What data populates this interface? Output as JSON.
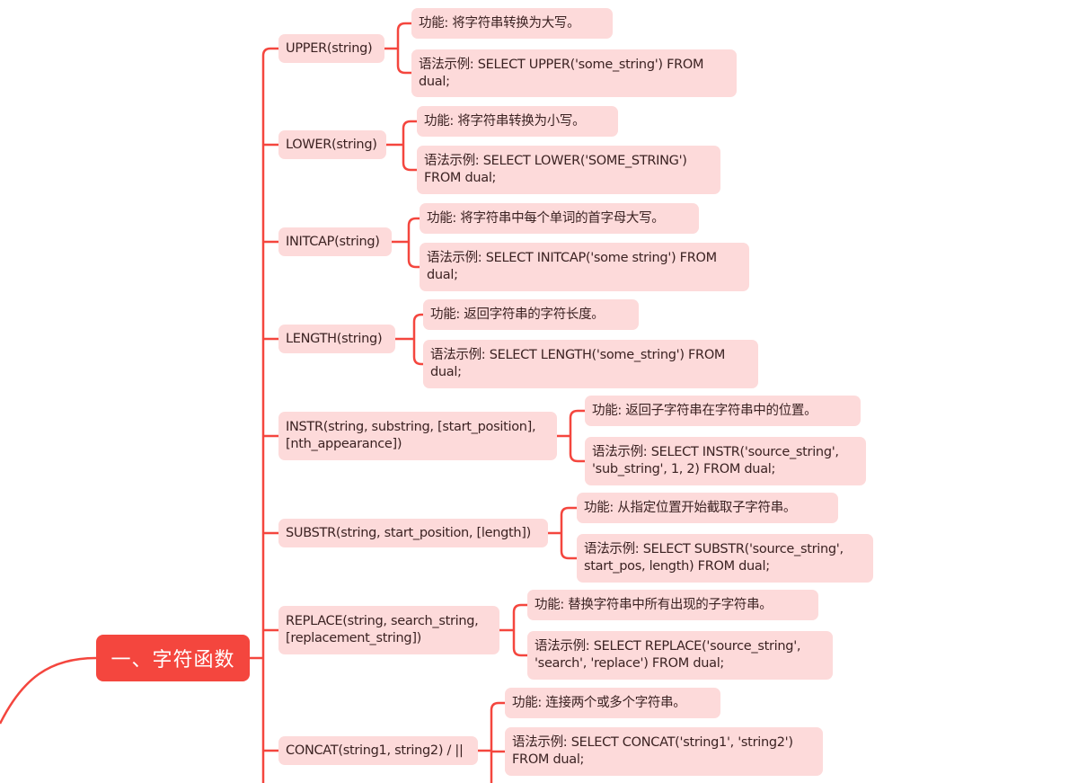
{
  "root": {
    "label": "一、字符函数"
  },
  "colors": {
    "accent": "#f4463e",
    "node_bg": "#fddada",
    "text": "#3b2222"
  },
  "functions": [
    {
      "name": "UPPER(string)",
      "desc": "功能: 将字符串转换为大写。",
      "example": "语法示例: SELECT UPPER('some_string') FROM dual;"
    },
    {
      "name": "LOWER(string)",
      "desc": "功能: 将字符串转换为小写。",
      "example": "语法示例: SELECT LOWER('SOME_STRING') FROM dual;"
    },
    {
      "name": "INITCAP(string)",
      "desc": "功能: 将字符串中每个单词的首字母大写。",
      "example": "语法示例: SELECT INITCAP('some string') FROM dual;"
    },
    {
      "name": "LENGTH(string)",
      "desc": "功能: 返回字符串的字符长度。",
      "example": "语法示例: SELECT LENGTH('some_string') FROM dual;"
    },
    {
      "name": "INSTR(string, substring, [start_position], [nth_appearance])",
      "desc": "功能: 返回子字符串在字符串中的位置。",
      "example": "语法示例: SELECT INSTR('source_string', 'sub_string', 1, 2) FROM dual;"
    },
    {
      "name": "SUBSTR(string, start_position, [length])",
      "desc": "功能: 从指定位置开始截取子字符串。",
      "example": "语法示例: SELECT SUBSTR('source_string', start_pos, length) FROM dual;"
    },
    {
      "name": "REPLACE(string, search_string, [replacement_string])",
      "desc": "功能: 替换字符串中所有出现的子字符串。",
      "example": "语法示例: SELECT REPLACE('source_string', 'search', 'replace') FROM dual;"
    },
    {
      "name": "CONCAT(string1, string2) / ||",
      "desc": "功能: 连接两个或多个字符串。",
      "example": "语法示例: SELECT CONCAT('string1', 'string2') FROM dual;"
    }
  ]
}
